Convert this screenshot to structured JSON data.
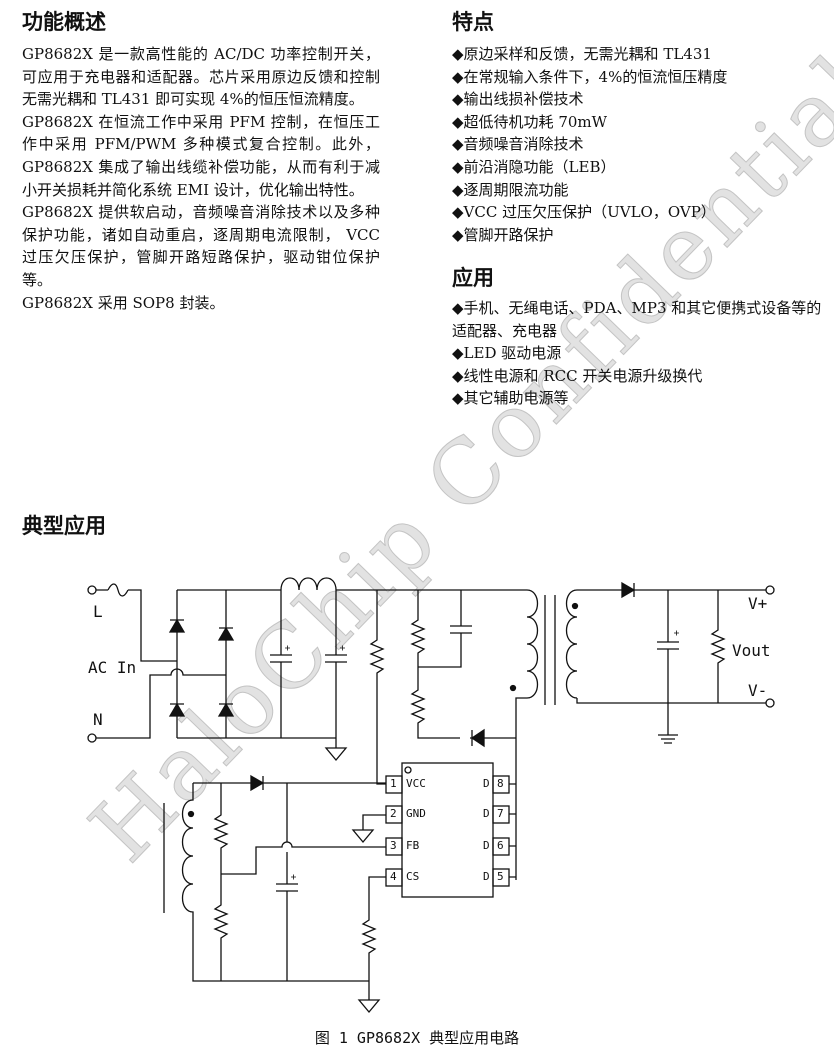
{
  "overview": {
    "heading": "功能概述",
    "paragraphs": [
      "GP8682X 是一款高性能的 AC/DC 功率控制开关，可应用于充电器和适配器。芯片采用原边反馈和控制无需光耦和 TL431 即可实现 4%的恒压恒流精度。",
      "GP8682X 在恒流工作中采用 PFM 控制，在恒压工作中采用 PFM/PWM 多种模式复合控制。此外，GP8682X 集成了输出线缆补偿功能，从而有利于减小开关损耗并简化系统 EMI 设计，优化输出特性。",
      "GP8682X 提供软启动，音频噪音消除技术以及多种保护功能，诸如自动重启，逐周期电流限制， VCC 过压欠压保护，管脚开路短路保护，驱动钳位保护等。",
      "GP8682X 采用 SOP8 封装。"
    ]
  },
  "features": {
    "heading": "特点",
    "bullet": "◆",
    "items": [
      "原边采样和反馈，无需光耦和 TL431",
      "在常规输入条件下，4%的恒流恒压精度",
      "输出线损补偿技术",
      "超低待机功耗 70mW",
      "音频噪音消除技术",
      "前沿消隐功能（LEB）",
      "逐周期限流功能",
      "VCC 过压欠压保护（UVLO，OVP）",
      "管脚开路保护"
    ]
  },
  "applications": {
    "heading": "应用",
    "items": [
      "手机、无绳电话、PDA、MP3 和其它便携式设备等的适配器、充电器",
      "LED 驱动电源",
      "线性电源和 RCC 开关电源升级换代",
      "其它辅助电源等"
    ]
  },
  "typical": {
    "heading": "典型应用",
    "labels": {
      "L": "L",
      "ac_in": "AC In",
      "N": "N",
      "vplus": "V+",
      "vout": "Vout",
      "vminus": "V-"
    },
    "pins_left": [
      {
        "num": "1",
        "name": "VCC"
      },
      {
        "num": "2",
        "name": "GND"
      },
      {
        "num": "3",
        "name": "FB"
      },
      {
        "num": "4",
        "name": "CS"
      }
    ],
    "pins_right": [
      {
        "num": "8",
        "name": "D"
      },
      {
        "num": "7",
        "name": "D"
      },
      {
        "num": "6",
        "name": "D"
      },
      {
        "num": "5",
        "name": "D"
      }
    ],
    "caption": "图 1   GP8682X 典型应用电路"
  },
  "watermark": "HaloChip Confidential"
}
